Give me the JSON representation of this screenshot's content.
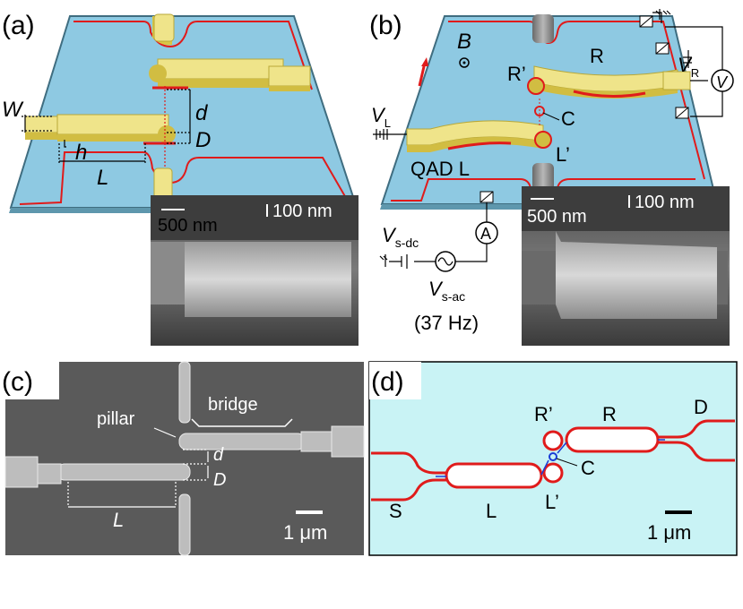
{
  "panels": {
    "a": {
      "label": "(a)",
      "W": "W",
      "h": "h",
      "L": "L",
      "d": "d",
      "D": "D",
      "sem_scale_1": "500 nm",
      "sem_scale_2": "100 nm"
    },
    "b": {
      "label": "(b)",
      "B": "B",
      "V_L": "V",
      "V_L_sub": "L",
      "V_R": "V",
      "V_R_sub": "R",
      "voltmeter": "V",
      "ammeter": "A",
      "R_prime": "R’",
      "R": "R",
      "C": "C",
      "L_prime": "L’",
      "QAD_L": "QAD L",
      "V_sdc": "V",
      "V_sdc_sub": "s-dc",
      "V_sac": "V",
      "V_sac_sub": "s-ac",
      "freq": "(37 Hz)",
      "sem_scale_1": "500 nm",
      "sem_scale_2": "100 nm"
    },
    "c": {
      "label": "(c)",
      "pillar": "pillar",
      "bridge": "bridge",
      "d": "d",
      "D": "D",
      "L": "L",
      "scale": "1 μm"
    },
    "d": {
      "label": "(d)",
      "R_prime": "R’",
      "R": "R",
      "D": "D",
      "S": "S",
      "L": "L",
      "C": "C",
      "L_prime": "L’",
      "scale": "1 μm"
    }
  },
  "colors": {
    "substrate": "#8ec9e2",
    "gold": "#efe48a",
    "gate_line": "#e01b1b",
    "panel_d_bg": "#c9f3f5"
  }
}
